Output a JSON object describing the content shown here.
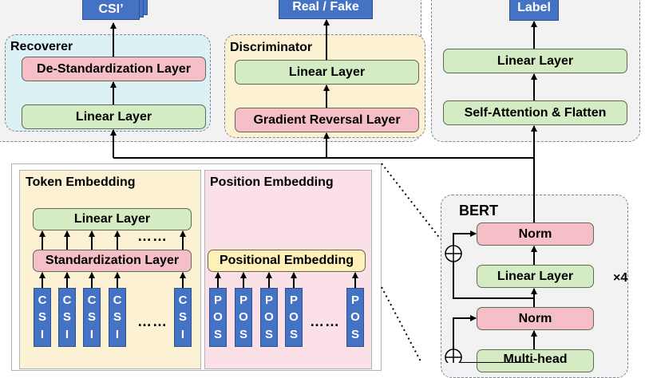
{
  "outputs": {
    "csi_prime": "CSI’",
    "real_fake": "Real / Fake",
    "label": "Label"
  },
  "recoverer": {
    "title": "Recoverer",
    "destandardization": "De-Standardization Layer",
    "linear": "Linear Layer"
  },
  "discriminator": {
    "title": "Discriminator",
    "linear": "Linear Layer",
    "gradient_reversal": "Gradient Reversal Layer"
  },
  "classifier": {
    "linear": "Linear Layer",
    "self_attention": "Self-Attention & Flatten"
  },
  "token_embedding": {
    "title": "Token Embedding",
    "linear": "Linear Layer",
    "standardization": "Standardization Layer",
    "ellipsis": "……",
    "input_letters": [
      "C",
      "S",
      "I"
    ],
    "input_count": 5
  },
  "position_embedding": {
    "title": "Position Embedding",
    "positional": "Positional Embedding",
    "ellipsis": "……",
    "input_letters": [
      "P",
      "O",
      "S"
    ],
    "input_count": 5
  },
  "bert": {
    "title": "BERT",
    "norm_top": "Norm",
    "linear": "Linear Layer",
    "norm_bottom": "Norm",
    "multihead": "Multi-head",
    "repeat": "×4"
  },
  "colors": {
    "input_blue": "#4472c4",
    "layer_green": "#d5ebc4",
    "layer_pink": "#f6bfc8",
    "layer_yellow": "#fff0b8",
    "panel_blue": "#dcf1f3",
    "panel_yellow": "#fdf1d4",
    "panel_pink": "#fbe1e7",
    "panel_gray": "#f2f2f2"
  }
}
